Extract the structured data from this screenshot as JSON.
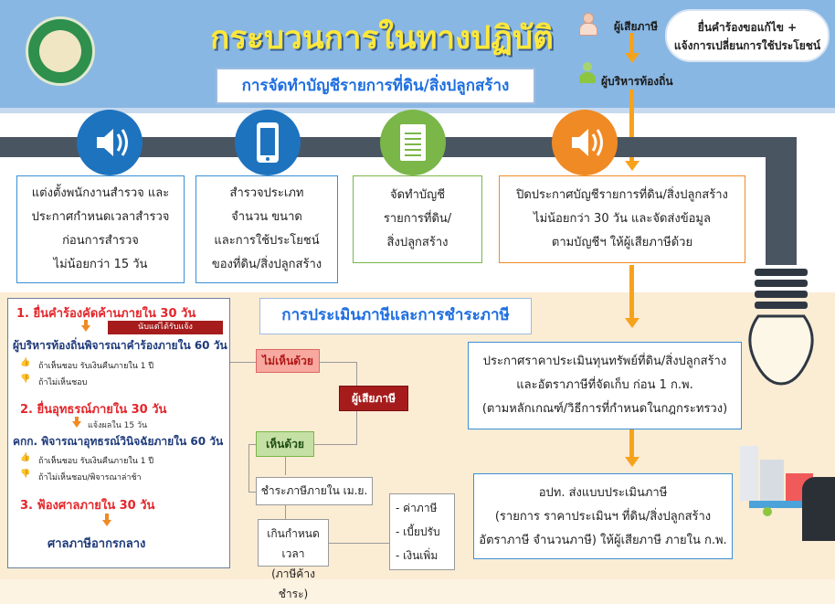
{
  "header": {
    "title": "กระบวนการในทางปฏิบัติ",
    "subtitle": "การจัดทำบัญชีรายการที่ดิน/สิ่งปลูกสร้าง",
    "taxpayer_label": "ผู้เสียภาษี",
    "admin_label": "ผู้บริหารท้องถิ่น",
    "bubble_line1": "ยื่นคำร้องขอแก้ไข +",
    "bubble_line2": "แจ้งการเปลี่ยนการใช้ประโยชน์"
  },
  "steps": [
    {
      "lines": [
        "แต่งตั้งพนักงานสำรวจ และ",
        "ประกาศกำหนดเวลาสำรวจ",
        "ก่อนการสำรวจ",
        "ไม่น้อยกว่า 15 วัน"
      ]
    },
    {
      "lines": [
        "สำรวจประเภท",
        "จำนวน ขนาด",
        "และการใช้ประโยชน์",
        "ของที่ดิน/สิ่งปลูกสร้าง"
      ]
    },
    {
      "lines": [
        "จัดทำบัญชี",
        "รายการที่ดิน/",
        "สิ่งปลูกสร้าง"
      ]
    },
    {
      "lines": [
        "ปิดประกาศบัญชีรายการที่ดิน/สิ่งปลูกสร้าง",
        "ไม่น้อยกว่า 30 วัน และจัดส่งข้อมูล",
        "ตามบัญชีฯ ให้ผู้เสียภาษีด้วย"
      ]
    }
  ],
  "section2": {
    "title": "การประเมินภาษีและการชำระภาษี"
  },
  "left_panel": {
    "item1": "1. ยื่นคำร้องคัดค้านภายใน 30 วัน",
    "item1_note": "นับแต่ได้รับแจ้ง",
    "item1b": "ผู้บริหารท้องถิ่นพิจารณาคำร้องภายใน 60 วัน",
    "item1_yes": "ถ้าเห็นชอบ รับเงินคืนภายใน 1 ปี",
    "item1_no": "ถ้าไม่เห็นชอบ",
    "item2": "2. ยื่นอุทธรณ์ภายใน 30 วัน",
    "item2_note": "แจ้งผลใน 15 วัน",
    "item2b": "คกก. พิจารณาอุทธรณ์วินิจฉัยภายใน 60 วัน",
    "item2_yes": "ถ้าเห็นชอบ รับเงินคืนภายใน 1 ปี",
    "item2_no": "ถ้าไม่เห็นชอบ/พิจารณาล่าช้า",
    "item3": "3. ฟ้องศาลภายใน 30 วัน",
    "court": "ศาลภาษีอากรกลาง"
  },
  "decision": {
    "disagree": "ไม่เห็นด้วย",
    "taxpayer": "ผู้เสียภาษี",
    "agree": "เห็นด้วย",
    "pay": "ชำระภาษีภายใน เม.ย.",
    "overdue_line1": "เกินกำหนดเวลา",
    "overdue_line2": "(ภาษีค้างชำระ)",
    "penalties": [
      "- ค่าภาษี",
      "- เบี้ยปรับ",
      "- เงินเพิ่ม"
    ]
  },
  "announce": {
    "lines": [
      "ประกาศราคาประเมินทุนทรัพย์ที่ดิน/สิ่งปลูกสร้าง",
      "และอัตราภาษีที่จัดเก็บ ก่อน 1 ก.พ.",
      "(ตามหลักเกณฑ์/วิธีการที่กำหนดในกฎกระทรวง)"
    ]
  },
  "assess": {
    "lines": [
      "อปท. ส่งแบบประเมินภาษี",
      "(รายการ ราคาประเมินฯ ที่ดิน/สิ่งปลูกสร้าง",
      "อัตราภาษี จำนวนภาษี) ให้ผู้เสียภาษี ภายใน ก.พ."
    ]
  }
}
